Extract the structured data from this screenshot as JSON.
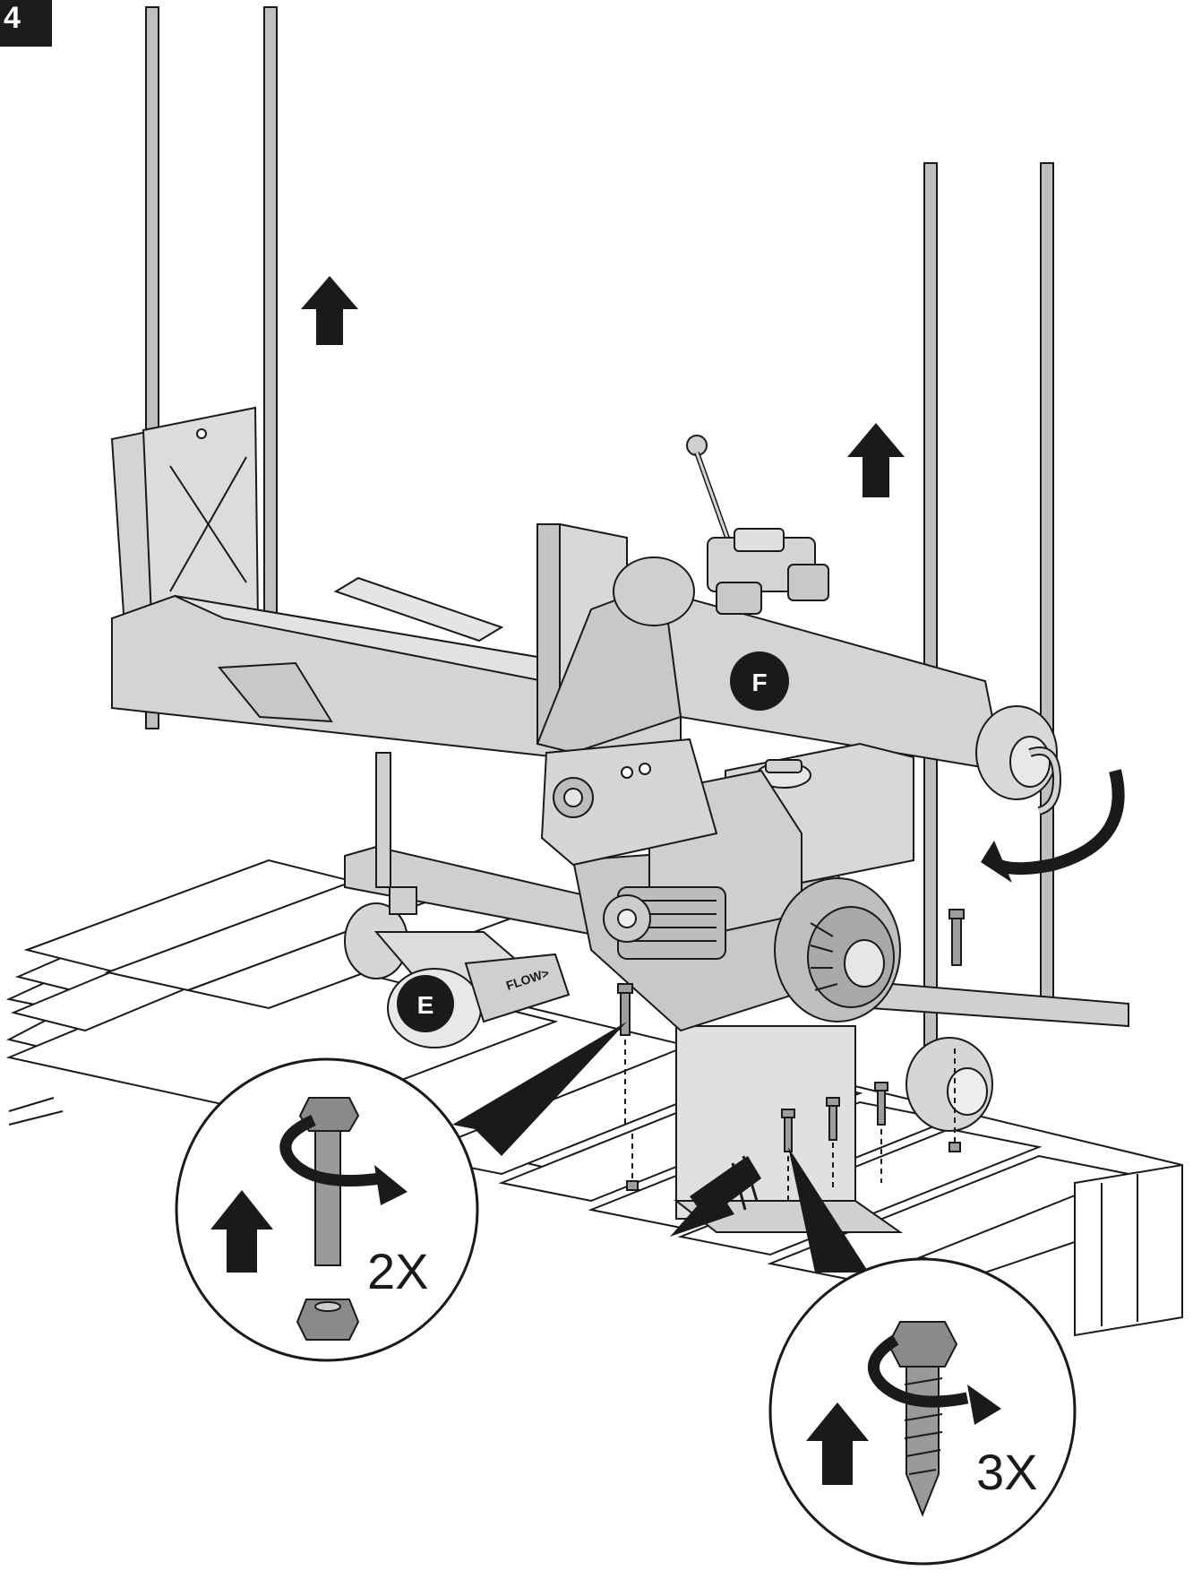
{
  "step": {
    "number": "4"
  },
  "callouts": {
    "label_e": "E",
    "label_f": "F"
  },
  "details": {
    "bolt_count": "2X",
    "screw_count": "3X"
  },
  "colors": {
    "ink": "#1a1a1a",
    "machine_gray": "#d4d4d4",
    "machine_dark": "#a8a8a8",
    "strap": "#c0c0c0",
    "badge": "#1b1b1b",
    "background": "#ffffff"
  },
  "icons": [
    "up-arrow-icon",
    "rotate-arrow-icon",
    "hex-bolt-icon",
    "hex-nut-icon",
    "lag-screw-icon"
  ]
}
